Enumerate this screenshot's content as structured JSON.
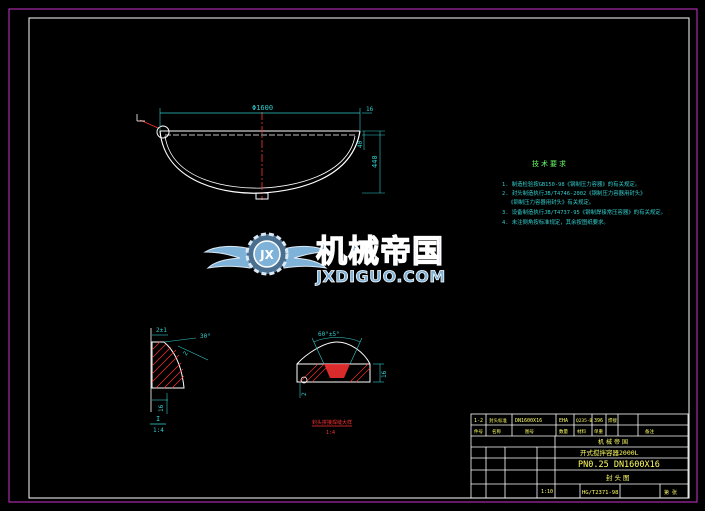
{
  "colors": {
    "background": "#000000",
    "frame_outer": "#cc33cc",
    "frame_inner": "#ffffff",
    "outline": "#ffffff",
    "dimension": "#33cccc",
    "centerline": "#ff3333",
    "hatch": "#ff3333",
    "text_yellow": "#ffff66",
    "text_green": "#66ff66",
    "text_cyan": "#33cccc",
    "watermark_blue": "#7fb2d8",
    "watermark_dark": "#4a6f8f"
  },
  "main_view": {
    "dia_label": "Φ1600",
    "thickness_label": "16",
    "flange_label": "40",
    "depth_label": "440"
  },
  "tech_req": {
    "title": "技术要求",
    "lines": [
      "1. 制造检验按GB150-98《钢制压力容器》的有关规定。",
      "2. 封头制造执行JB/T4746-2002《钢制压力容器用封头》",
      "《钢制压力容器用封头》有关规定。",
      "3. 设备制造执行JB/T4737-95《钢制焊接常压容器》的有关规定。",
      "4. 未注倒角按标准规定，其余按图纸要求。"
    ]
  },
  "watermark": {
    "cn": "机械帝国",
    "en": "JXDIGUO.COM",
    "badge": "JX"
  },
  "detail1": {
    "angle": "30°",
    "gap": "2±1",
    "dim_a": "2",
    "dim_b": "16",
    "label": "I",
    "scale": "1:4"
  },
  "detail2": {
    "angle": "60°±5°",
    "dim_a": "2",
    "dim_b": "16",
    "label": "封头拼接焊缝大样",
    "scale": "1:4"
  },
  "title_block": {
    "row_top": [
      "1-2",
      "封头标准",
      "DN1600X16",
      "EHA",
      "Q235-B",
      "396",
      "焊接"
    ],
    "row_head": [
      "件号",
      "名称",
      "图号",
      "数量",
      "材料",
      "单重",
      "备注"
    ],
    "company": "机械帝国",
    "project": "开式搅拌容器2000L",
    "spec": "PN0.25  DN1600X16",
    "drawing": "封头图",
    "scale": "1:10",
    "std": "HG/T2371-98",
    "sheet": "第 张"
  }
}
